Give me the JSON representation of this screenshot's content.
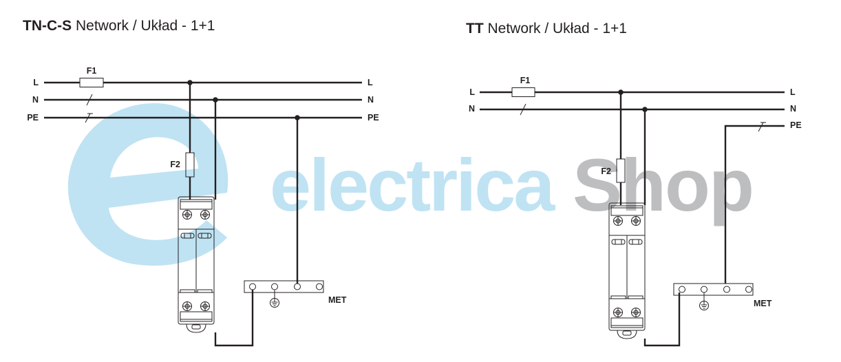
{
  "watermark": {
    "text_blue": "electrica",
    "text_grey": "Shop",
    "logo": "e-swoosh-logo",
    "colors": {
      "blue": "#bfe3f3",
      "grey": "#bcbec0"
    }
  },
  "diagrams": [
    {
      "id": "tn-c-s",
      "title_bold": "TN-C-S",
      "title_rest": " Network / Układ - 1+1",
      "lines_left": [
        "L",
        "N",
        "PE"
      ],
      "lines_right": [
        "L",
        "N",
        "PE"
      ],
      "fuse_main": "F1",
      "fuse_spd": "F2",
      "busbar": "MET",
      "busbar_terminals": 4
    },
    {
      "id": "tt",
      "title_bold": "TT",
      "title_rest": " Network / Układ - 1+1",
      "lines_left": [
        "L",
        "N"
      ],
      "lines_right": [
        "L",
        "N",
        "PE"
      ],
      "fuse_main": "F1",
      "fuse_spd": "F2",
      "busbar": "MET",
      "busbar_terminals": 4
    }
  ],
  "colors": {
    "ink": "#231f20",
    "background": "#ffffff"
  }
}
